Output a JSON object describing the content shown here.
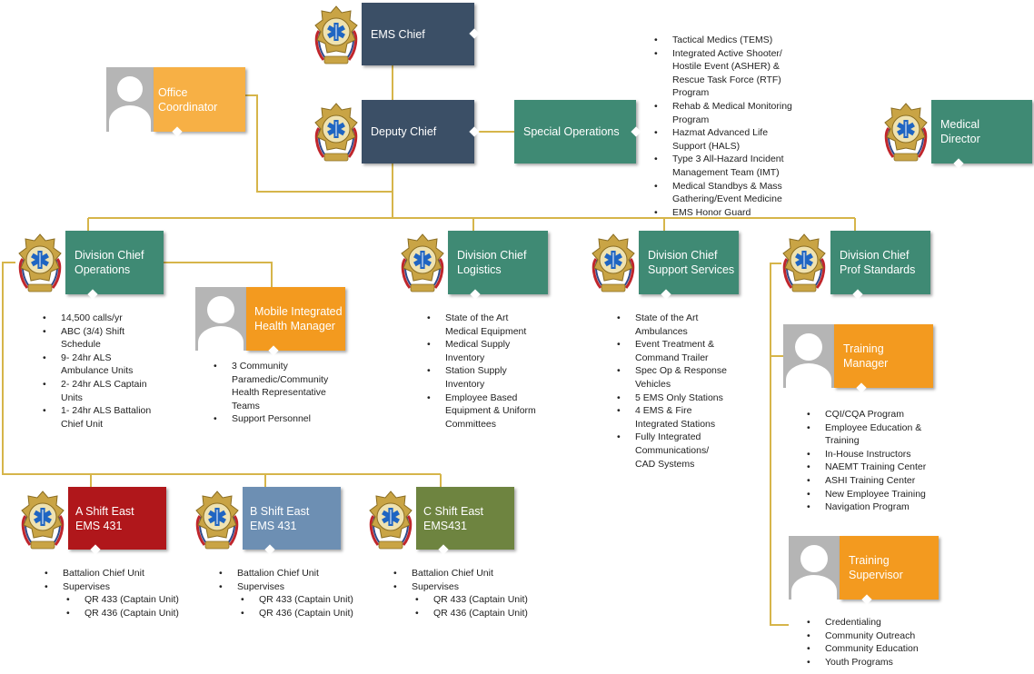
{
  "nodes": {
    "ems_chief": {
      "line1": "EMS Chief",
      "line2": ""
    },
    "deputy_chief": {
      "line1": "Deputy Chief",
      "line2": ""
    },
    "office_coordinator": {
      "line1": "Office",
      "line2": "Coordinator"
    },
    "special_operations": {
      "line1": "Special Operations",
      "line2": ""
    },
    "medical_director": {
      "line1": "Medical",
      "line2": "Director"
    },
    "dc_operations": {
      "line1": "Division Chief",
      "line2": "Operations"
    },
    "dc_logistics": {
      "line1": "Division Chief",
      "line2": "Logistics"
    },
    "dc_support": {
      "line1": "Division Chief",
      "line2": "Support Services"
    },
    "dc_standards": {
      "line1": "Division Chief",
      "line2": "Prof Standards"
    },
    "mih_manager": {
      "line1": "Mobile Integrated",
      "line2": "Health Manager"
    },
    "training_manager": {
      "line1": "Training",
      "line2": "Manager"
    },
    "training_supervisor": {
      "line1": "Training",
      "line2": "Supervisor"
    },
    "a_shift": {
      "line1": "A Shift East",
      "line2": "EMS 431"
    },
    "b_shift": {
      "line1": "B Shift East",
      "line2": "EMS 431"
    },
    "c_shift": {
      "line1": "C Shift East",
      "line2": "EMS431"
    }
  },
  "lists": {
    "special_ops": [
      {
        "lines": [
          "Tactical Medics (TEMS)"
        ]
      },
      {
        "lines": [
          "Integrated Active Shooter/",
          "Hostile Event (ASHER) &",
          "Rescue Task Force (RTF)",
          "Program"
        ]
      },
      {
        "lines": [
          "Rehab & Medical Monitoring",
          "Program"
        ]
      },
      {
        "lines": [
          "Hazmat Advanced Life",
          "Support (HALS)"
        ]
      },
      {
        "lines": [
          "Type 3 All-Hazard Incident",
          "Management Team (IMT)"
        ]
      },
      {
        "lines": [
          "Medical Standbys & Mass",
          "Gathering/Event Medicine"
        ]
      },
      {
        "lines": [
          "EMS Honor Guard"
        ]
      }
    ],
    "operations": [
      {
        "lines": [
          "14,500 calls/yr"
        ]
      },
      {
        "lines": [
          "ABC (3/4) Shift",
          "Schedule"
        ]
      },
      {
        "lines": [
          "9- 24hr ALS",
          "Ambulance Units"
        ]
      },
      {
        "lines": [
          "2- 24hr ALS Captain",
          "Units"
        ]
      },
      {
        "lines": [
          "1- 24hr ALS Battalion",
          "Chief Unit"
        ]
      }
    ],
    "mih": [
      {
        "lines": [
          "3 Community",
          "Paramedic/Community",
          "Health Representative",
          "Teams"
        ]
      },
      {
        "lines": [
          "Support Personnel"
        ]
      }
    ],
    "logistics": [
      {
        "lines": [
          "State of the Art",
          "Medical Equipment"
        ]
      },
      {
        "lines": [
          "Medical Supply",
          "Inventory"
        ]
      },
      {
        "lines": [
          "Station Supply",
          "Inventory"
        ]
      },
      {
        "lines": [
          "Employee Based",
          "Equipment & Uniform",
          "Committees"
        ]
      }
    ],
    "support": [
      {
        "lines": [
          "State of the Art",
          "Ambulances"
        ]
      },
      {
        "lines": [
          "Event Treatment &",
          "Command Trailer"
        ]
      },
      {
        "lines": [
          "Spec Op & Response",
          "Vehicles"
        ]
      },
      {
        "lines": [
          "5 EMS Only Stations"
        ]
      },
      {
        "lines": [
          "4 EMS & Fire",
          "Integrated Stations"
        ]
      },
      {
        "lines": [
          "Fully Integrated",
          "Communications/",
          "CAD Systems"
        ]
      }
    ],
    "training_manager": [
      {
        "lines": [
          "CQI/CQA Program"
        ]
      },
      {
        "lines": [
          "Employee Education &",
          "Training"
        ]
      },
      {
        "lines": [
          "In-House Instructors"
        ]
      },
      {
        "lines": [
          "NAEMT Training Center"
        ]
      },
      {
        "lines": [
          "ASHI Training Center"
        ]
      },
      {
        "lines": [
          "New Employee Training"
        ]
      },
      {
        "lines": [
          "Navigation Program"
        ]
      }
    ],
    "training_supervisor": [
      {
        "lines": [
          "Credentialing"
        ]
      },
      {
        "lines": [
          "Community Outreach"
        ]
      },
      {
        "lines": [
          "Community Education"
        ]
      },
      {
        "lines": [
          "Youth Programs"
        ]
      }
    ],
    "a_shift": [
      {
        "lines": [
          "Battalion Chief Unit"
        ]
      },
      {
        "lines": [
          "Supervises"
        ]
      },
      {
        "lines": [
          "QR 433 (Captain Unit)"
        ],
        "sub": true
      },
      {
        "lines": [
          "QR 436 (Captain Unit)"
        ],
        "sub": true
      }
    ],
    "b_shift": [
      {
        "lines": [
          "Battalion Chief Unit"
        ]
      },
      {
        "lines": [
          "Supervises"
        ]
      },
      {
        "lines": [
          "QR 433 (Captain Unit)"
        ],
        "sub": true
      },
      {
        "lines": [
          "QR 436 (Captain Unit)"
        ],
        "sub": true
      }
    ],
    "c_shift": [
      {
        "lines": [
          "Battalion Chief Unit"
        ]
      },
      {
        "lines": [
          "Supervises"
        ]
      },
      {
        "lines": [
          "QR 433 (Captain Unit)"
        ],
        "sub": true
      },
      {
        "lines": [
          "QR 436 (Captain Unit)"
        ],
        "sub": true
      }
    ]
  },
  "colors": {
    "connector": "#d6b54a",
    "navy": "#3b4f66",
    "teal": "#3f8a74",
    "orange": "#f39a1f",
    "office_orange": "#f7b045",
    "red": "#b0171b",
    "steel_blue": "#6d8fb3",
    "olive": "#6e8440",
    "photo_gray": "#b5b5b5"
  },
  "icons": {
    "badge": "star-of-life-badge-icon",
    "person": "person-silhouette-icon"
  }
}
